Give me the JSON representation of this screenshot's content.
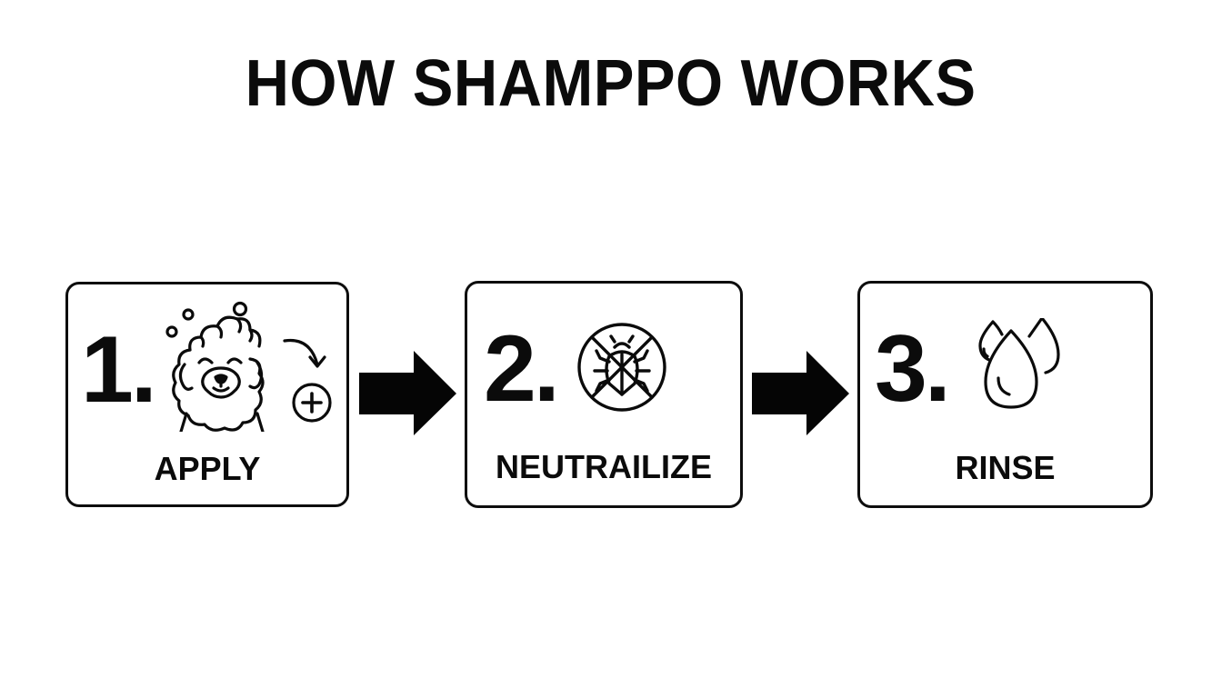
{
  "title": "HOW SHAMPPO WORKS",
  "colors": {
    "background": "#ffffff",
    "ink": "#0b0b0b"
  },
  "steps": [
    {
      "number": "1.",
      "label": "APPLY",
      "icon": "sudsy-dog-with-add-arrow-icon"
    },
    {
      "number": "2.",
      "label": "NEUTRAILIZE",
      "icon": "crossed-out-bug-icon"
    },
    {
      "number": "3.",
      "label": "RINSE",
      "icon": "water-drops-icon"
    }
  ],
  "connectors": [
    {
      "from": 1,
      "to": 2,
      "icon": "right-arrow-icon"
    },
    {
      "from": 2,
      "to": 3,
      "icon": "right-arrow-icon"
    }
  ]
}
